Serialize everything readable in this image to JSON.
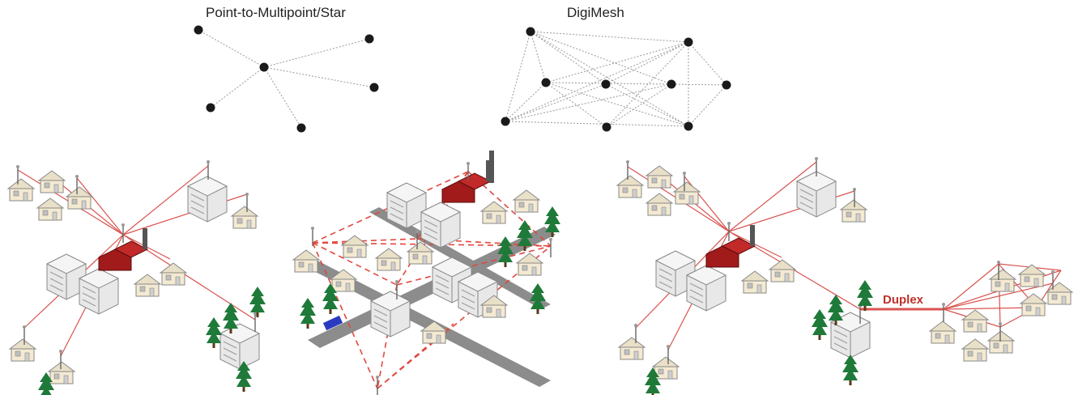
{
  "titles": {
    "star": "Point-to-Multipoint/Star",
    "mesh": "DigiMesh"
  },
  "scene_labels": {
    "duplex": "Duplex"
  },
  "colors": {
    "link_red": "#d9534f",
    "dashed_red": "#e2473d",
    "roof_red": "#a11b1b",
    "house_body": "#f4ead2",
    "tree_green": "#1f7a3a",
    "road_gray": "#8c8c8c",
    "node_black": "#1a1a1a"
  },
  "icons": [
    "house-icon",
    "tower-icon",
    "tree-icon",
    "factory-icon",
    "building-icon",
    "car-icon"
  ]
}
